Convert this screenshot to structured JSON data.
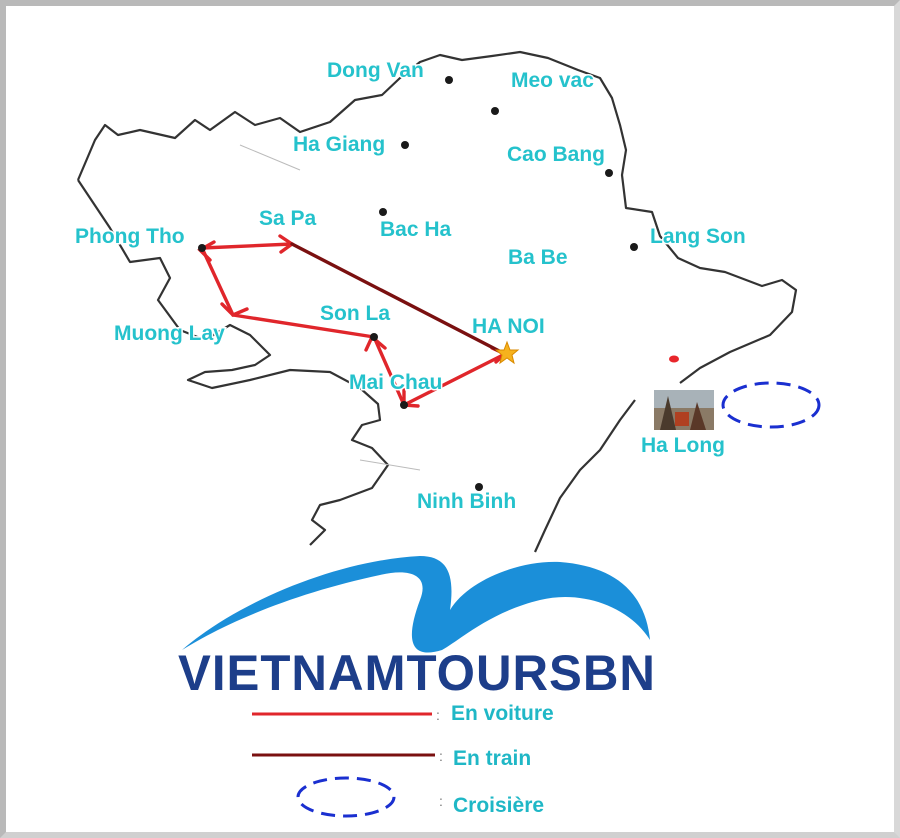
{
  "cities": [
    {
      "name": "Dong Van"
    },
    {
      "name": "Meo vac"
    },
    {
      "name": "Ha Giang"
    },
    {
      "name": "Cao Bang"
    },
    {
      "name": "Sa Pa"
    },
    {
      "name": "Bac Ha"
    },
    {
      "name": "Phong Tho"
    },
    {
      "name": "Lang Son"
    },
    {
      "name": "Ba Be"
    },
    {
      "name": "Son La"
    },
    {
      "name": "HA NOI"
    },
    {
      "name": "Muong Lay"
    },
    {
      "name": "Mai Chau"
    },
    {
      "name": "Ha Long"
    },
    {
      "name": "Ninh Binh"
    }
  ],
  "brand": {
    "name": "VIETNAMTOURSBN"
  },
  "legend": {
    "car": {
      "label": "En voiture",
      "color": "#e0262b"
    },
    "train": {
      "label": "En train",
      "color": "#7a1010"
    },
    "cruise": {
      "label": "Croisière",
      "color": "#1a2fd0"
    }
  },
  "colors": {
    "border": "#3a3a3a",
    "label": "#25c2cc",
    "logo_blue": "#1b8fd9",
    "logo_text": "#1d3e8a"
  },
  "icons": {
    "capital": "star-icon",
    "city": "dot-icon",
    "halong": "halong-photo-icon"
  }
}
